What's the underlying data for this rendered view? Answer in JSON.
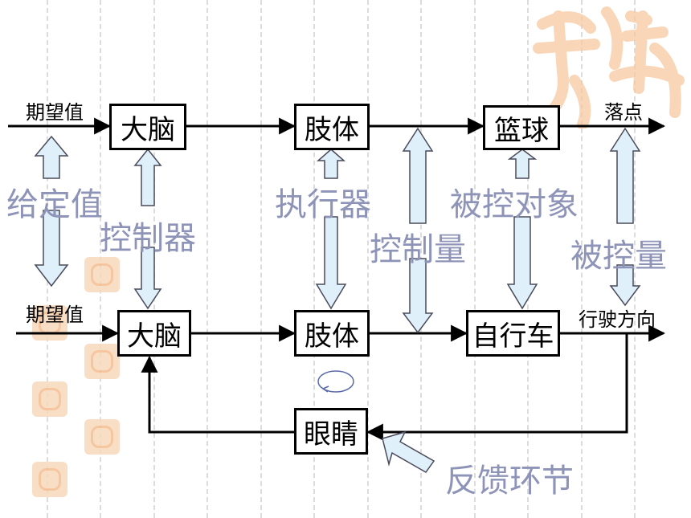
{
  "diagram": {
    "top_row": {
      "input_label": "期望值",
      "brain": "大脑",
      "limb": "肢体",
      "ball": "篮球",
      "output_label": "落点"
    },
    "bottom_row": {
      "input_label": "期望值",
      "brain": "大脑",
      "limb": "肢体",
      "bicycle": "自行车",
      "output_label": "行驶方向",
      "eyes": "眼睛"
    },
    "category_labels": {
      "setpoint": "给定值",
      "controller": "控制器",
      "actuator": "执行器",
      "control_variable": "控制量",
      "controlled_object": "被控对象",
      "controlled_variable": "被控量",
      "feedback": "反馈环节"
    },
    "colors": {
      "hollow_arrow_fill": "#dff0fa",
      "hollow_arrow_stroke": "#4a4a5a",
      "label_color": "#8e93b8",
      "stamp_color": "#f9d9bd"
    }
  }
}
